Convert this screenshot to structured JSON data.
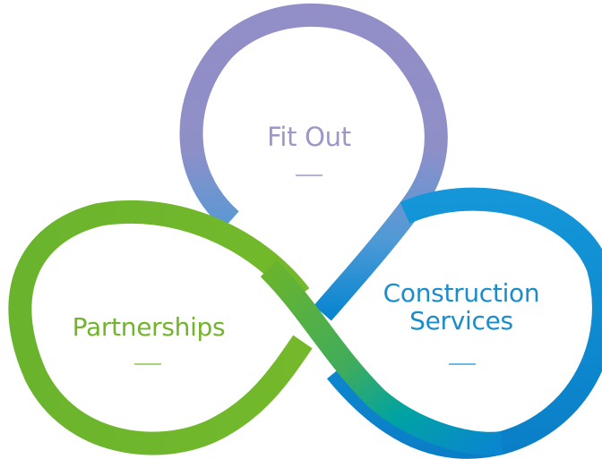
{
  "diagram": {
    "colors": {
      "fit_out": "#928ec7",
      "construction_services": "#0a86d0",
      "partnerships": "#6ab42d",
      "crossing": "#00a3a3"
    },
    "sections": {
      "fit_out": {
        "label": "Fit Out"
      },
      "construction_services": {
        "line1": "Construction",
        "line2": "Services"
      },
      "partnerships": {
        "label": "Partnerships"
      }
    }
  }
}
